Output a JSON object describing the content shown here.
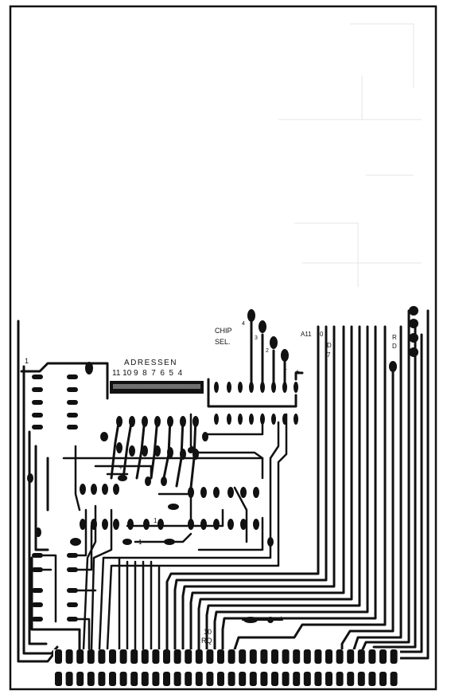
{
  "labels": {
    "adressen": "ADRESSEN",
    "address_numbers": "11 10 9  8  7  6  5  4",
    "chip_sel_line1": "CHIP",
    "chip_sel_line2": "SEL.",
    "pin4": "4",
    "pin3": "3",
    "pin2": "2",
    "pin1": "1",
    "a11": "A11",
    "d0": "0",
    "d_letter": "D",
    "d7": "7",
    "rd_r": "R",
    "rd_d": "D",
    "plus_right": "+",
    "one_right": "1",
    "plus_mid": "+",
    "one_mid": "1",
    "one_low": "1",
    "one_left": "1",
    "ten": "10",
    "rq": "RQ",
    "plus_bottom": "+"
  }
}
